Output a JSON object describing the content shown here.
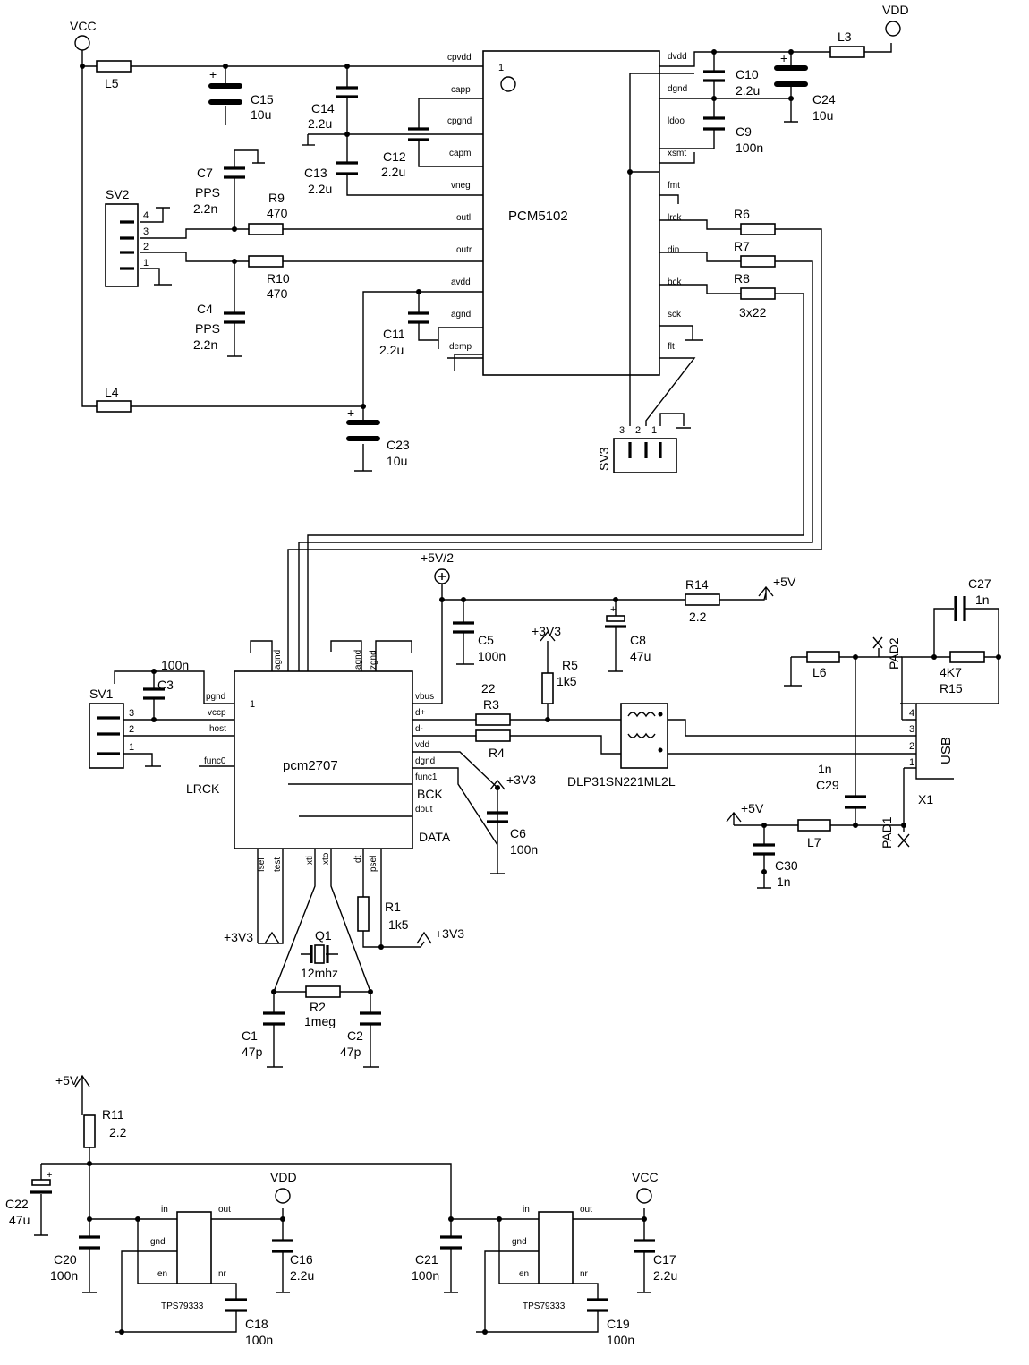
{
  "power": {
    "vcc": "VCC",
    "vdd": "VDD",
    "p5v": "+5V",
    "p3v3": "+3V3",
    "p5v2": "+5V/2",
    "plus": "+"
  },
  "dac": {
    "name": "PCM5102",
    "pin1": "1",
    "left_pins": [
      "cpvdd",
      "capp",
      "cpgnd",
      "capm",
      "vneg",
      "outl",
      "outr",
      "avdd",
      "agnd",
      "demp"
    ],
    "right_pins": [
      "dvdd",
      "dgnd",
      "ldoo",
      "xsmt",
      "fmt",
      "lrck",
      "din",
      "bck",
      "sck",
      "flt"
    ]
  },
  "usbic": {
    "name": "pcm2707",
    "pin1": "1",
    "left_pins": [
      "pgnd",
      "vccp",
      "host",
      "func0"
    ],
    "right_pins": [
      "vbus",
      "d+",
      "d-",
      "vdd",
      "dgnd",
      "func1",
      "BCK",
      "dout",
      "DATA"
    ],
    "top_pins": [
      "agnd",
      "agnd",
      "zgnd"
    ],
    "bottom_pins": [
      "fsel",
      "test",
      "xti",
      "xto",
      "dt",
      "psel"
    ],
    "lrck": "LRCK"
  },
  "regulators": [
    {
      "name": "TPS79333",
      "pins": [
        "in",
        "out",
        "gnd",
        "en",
        "nr"
      ]
    },
    {
      "name": "TPS79333",
      "pins": [
        "in",
        "out",
        "gnd",
        "en",
        "nr"
      ]
    }
  ],
  "components": {
    "L5": "L5",
    "L4": "L4",
    "L3": "L3",
    "L6": "L6",
    "L7": "L7",
    "C15": "C15",
    "C15v": "10u",
    "C14": "C14",
    "C14v": "2.2u",
    "C13": "C13",
    "C13v": "2.2u",
    "C12": "C12",
    "C12v": "2.2u",
    "C10": "C10",
    "C10v": "2.2u",
    "C9": "C9",
    "C9v": "100n",
    "C24": "C24",
    "C24v": "10u",
    "C7": "C7",
    "C7a": "PPS",
    "C7v": "2.2n",
    "C4": "C4",
    "C4a": "PPS",
    "C4v": "2.2n",
    "R9": "R9",
    "R9v": "470",
    "R10": "R10",
    "R10v": "470",
    "C11": "C11",
    "C11v": "2.2u",
    "C23": "C23",
    "C23v": "10u",
    "R6": "R6",
    "R7": "R7",
    "R8": "R8",
    "R8v": "3x22",
    "SV1": "SV1",
    "SV2": "SV2",
    "SV3": "SV3",
    "C3": "C3",
    "C3v": "100n",
    "C5": "C5",
    "C5v": "100n",
    "C8": "C8",
    "C8v": "47u",
    "R14": "R14",
    "R14v": "2.2",
    "R5": "R5",
    "R5v": "1k5",
    "R3": "R3",
    "R3v": "22",
    "R4": "R4",
    "C6": "C6",
    "C6v": "100n",
    "FILT": "DLP31SN221ML2L",
    "C27": "C27",
    "C27v": "1n",
    "R15": "R15",
    "R15v": "4K7",
    "C29": "C29",
    "C29v": "1n",
    "C30": "C30",
    "C30v": "1n",
    "PAD1": "PAD1",
    "PAD2": "PAD2",
    "USB": "USB",
    "X1": "X1",
    "R1": "R1",
    "R1v": "1k5",
    "Q1": "Q1",
    "Q1v": "12mhz",
    "R2": "R2",
    "R2v": "1meg",
    "C1": "C1",
    "C1v": "47p",
    "C2": "C2",
    "C2v": "47p",
    "R11": "R11",
    "R11v": "2.2",
    "C22": "C22",
    "C22v": "47u",
    "C20": "C20",
    "C20v": "100n",
    "C16": "C16",
    "C16v": "2.2u",
    "C18": "C18",
    "C18v": "100n",
    "C21": "C21",
    "C21v": "100n",
    "C17": "C17",
    "C17v": "2.2u",
    "C19": "C19",
    "C19v": "100n"
  },
  "pinnums": {
    "n1": "1",
    "n2": "2",
    "n3": "3",
    "n4": "4"
  }
}
